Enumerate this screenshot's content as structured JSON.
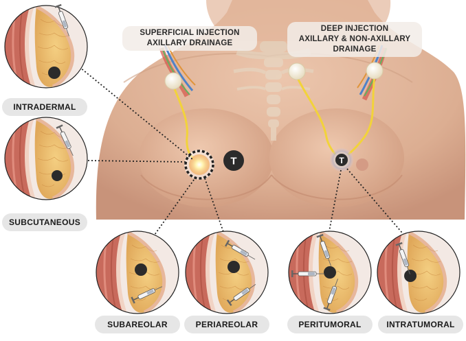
{
  "callouts": {
    "superficial": [
      "SUPERFICIAL INJECTION",
      "AXILLARY DRAINAGE"
    ],
    "deep": [
      "DEEP INJECTION",
      "AXILLARY & NON-AXILLARY",
      "DRAINAGE"
    ]
  },
  "tumor_marker": "T",
  "techniques": {
    "intradermal": "INTRADERMAL",
    "subcutaneous": "SUBCUTANEOUS",
    "subareolar": "SUBAREOLAR",
    "periareolar": "PERIAREOLAR",
    "peritumoral": "PERITUMORAL",
    "intratumoral": "INTRATUMORAL"
  },
  "colors": {
    "skin": "#e2b79c",
    "skin_shadow": "#c9957a",
    "lymph_node": "#f4efdc",
    "lymphatic_vessel": "#f2d33a",
    "tumor": "#2b2b2b",
    "injection_glow": "#fff3b0",
    "label_bg": "#e6e6e6",
    "muscle": "#c9665a",
    "gland": "#f0c36e"
  }
}
